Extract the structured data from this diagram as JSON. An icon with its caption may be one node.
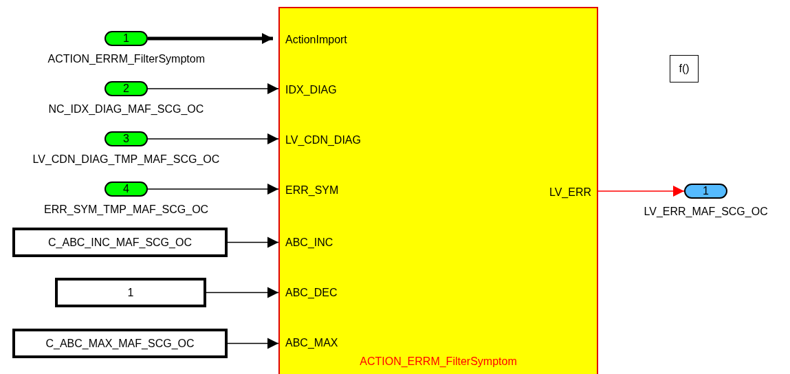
{
  "diagram": {
    "nodes": [
      {
        "text": [
          "1"
        ],
        "beside": [
          "ACTION_ERRM_FilterSymptom"
        ]
      },
      {
        "text": [
          "2"
        ],
        "beside": [
          "NC_IDX_DIAG_MAF_SCG_OC"
        ]
      },
      {
        "text": [
          "3"
        ],
        "beside": [
          "LV_CDN_DIAG_TMP_MAF_SCG_OC"
        ]
      },
      {
        "text": [
          "4"
        ],
        "beside": [
          "ERR_SYM_TMP_MAF_SCG_OC"
        ]
      },
      {
        "text": [
          "C_ABC_INC_MAF_SCG_OC"
        ]
      },
      {
        "text": [
          "1"
        ]
      },
      {
        "text": [
          "C_ABC_MAX_MAF_SCG_OC"
        ]
      },
      {
        "text": [
          "ActionImport",
          "IDX_DIAG",
          "LV_CDN_DIAG",
          "ERR_SYM",
          "ABC_INC",
          "ABC_DEC",
          "ABC_MAX",
          "LV_ERR",
          "ACTION_ERRM_FilterSymptom"
        ]
      },
      {
        "text": [
          "f()"
        ]
      },
      {
        "text": [
          "1"
        ],
        "beside": [
          "LV_ERR_MAF_SCG_OC"
        ]
      }
    ],
    "edges": [
      {
        "from": 0,
        "to": 7,
        "arrow": "to",
        "style": "thick"
      },
      {
        "from": 1,
        "to": 7,
        "arrow": "to"
      },
      {
        "from": 2,
        "to": 7,
        "arrow": "to"
      },
      {
        "from": 3,
        "to": 7,
        "arrow": "to"
      },
      {
        "from": 4,
        "to": 7,
        "arrow": "to"
      },
      {
        "from": 5,
        "to": 7,
        "arrow": "to"
      },
      {
        "from": 6,
        "to": 7,
        "arrow": "to"
      },
      {
        "from": 7,
        "to": 9,
        "arrow": "to",
        "color": "#ff0000"
      }
    ]
  }
}
